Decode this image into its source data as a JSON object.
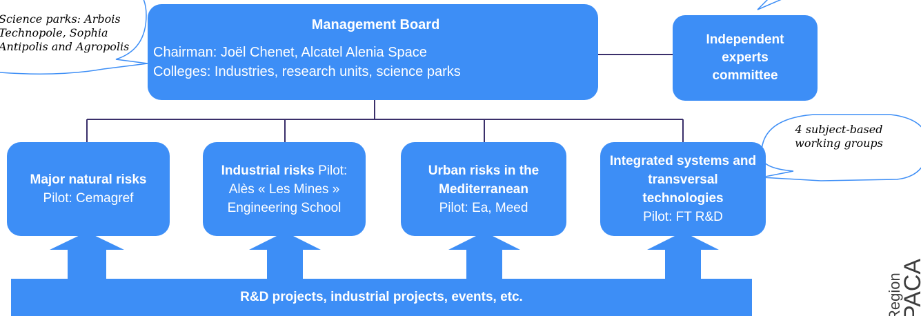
{
  "management_board": {
    "title": "Management Board",
    "chairman": "Chairman: Joël Chenet, Alcatel Alenia Space",
    "colleges": "Colleges: Industries, research units, science parks"
  },
  "experts": {
    "line1": "Independent",
    "line2": "experts",
    "line3": "committee"
  },
  "callouts": {
    "science_parks": {
      "line1": "Science parks: Arbois",
      "line2": "Technopole, Sophia",
      "line3": "Antipolis and Agropolis"
    },
    "working_groups": {
      "line1": "4 subject-based",
      "line2": "working groups"
    }
  },
  "groups": [
    {
      "title": "Major natural risks",
      "line2": "Pilot: Cemagref"
    },
    {
      "title": "Industrial risks",
      "title_suffix": " Pilot:",
      "line2": "Alès « Les Mines »",
      "line3": "Engineering School"
    },
    {
      "title1": "Urban risks in the",
      "title2": "Mediterranean",
      "line3": "Pilot: Ea, Meed"
    },
    {
      "title1": "Integrated systems and",
      "title2": "transversal",
      "title3": "technologies",
      "line4": "Pilot: FT R&D"
    }
  ],
  "projects": {
    "label": "R&D projects, industrial projects, events, etc."
  },
  "logo": {
    "line1": "Region",
    "line2": "PACA"
  },
  "colors": {
    "box_fill": "#3d8ef6",
    "connector": "#3a2f6a",
    "text": "#ffffff"
  }
}
